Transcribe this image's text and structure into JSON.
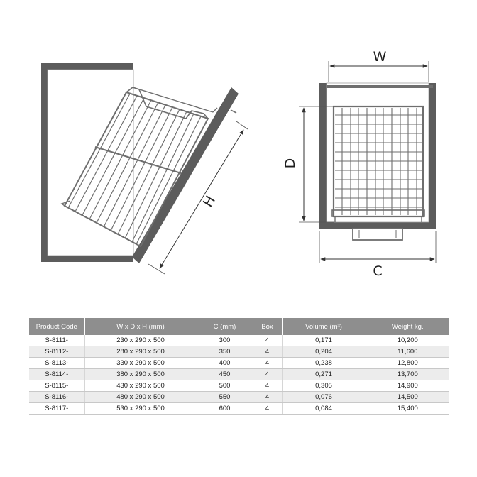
{
  "dimensions": {
    "height_label": "H",
    "width_label": "W",
    "depth_label": "D",
    "cabinet_label": "C"
  },
  "table": {
    "headers": [
      "Product Code",
      "W x D x H (mm)",
      "C (mm)",
      "Box",
      "Volume (m³)",
      "Weight kg."
    ],
    "rows": [
      [
        "S-8111-",
        "230 x 290 x 500",
        "300",
        "4",
        "0,171",
        "10,200"
      ],
      [
        "S-8112-",
        "280 x 290 x 500",
        "350",
        "4",
        "0,204",
        "11,600"
      ],
      [
        "S-8113-",
        "330 x 290 x 500",
        "400",
        "4",
        "0,238",
        "12,800"
      ],
      [
        "S-8114-",
        "380 x 290 x 500",
        "450",
        "4",
        "0,271",
        "13,700"
      ],
      [
        "S-8115-",
        "430 x 290 x 500",
        "500",
        "4",
        "0,305",
        "14,900"
      ],
      [
        "S-8116-",
        "480 x 290 x 500",
        "550",
        "4",
        "0,076",
        "14,500"
      ],
      [
        "S-8117-",
        "530 x 290 x 500",
        "600",
        "4",
        "0,084",
        "15,400"
      ]
    ]
  },
  "colors": {
    "panel": "#5c5c5c",
    "wire": "#6e6e6e",
    "header_bg": "#8e8e8e",
    "row_alt": "#ececec"
  }
}
